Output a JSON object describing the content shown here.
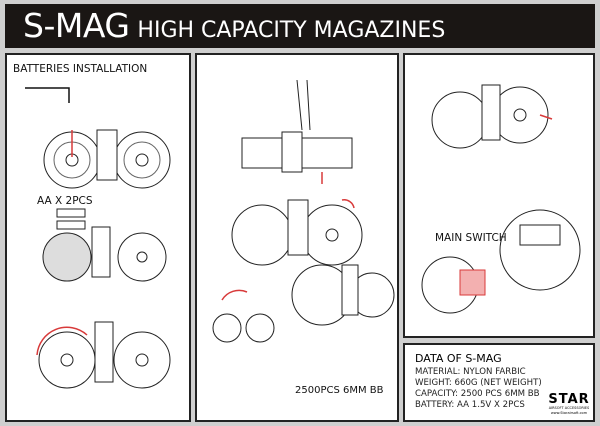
{
  "header": {
    "brand": "S-MAG",
    "subtitle": "HIGH CAPACITY MAGAZINES"
  },
  "left_panel": {
    "title": "BATTERIES INSTALLATION",
    "battery_label": "AA X 2PCS"
  },
  "middle_panel": {
    "capacity_label": "2500PCS 6MM BB"
  },
  "right_panel": {
    "switch_label": "MAIN SWITCH"
  },
  "specs": {
    "title": "DATA OF S-MAG",
    "lines": [
      "MATERIAL: NYLON  FARBIC",
      "WEIGHT: 660G (NET WEIGHT)",
      "CAPACITY: 2500 PCS 6MM BB",
      "BATTERY: AA 1.5V X 2PCS"
    ]
  },
  "logo": {
    "name": "STAR",
    "tagline": "AIRSOFT ACCESSORIES",
    "site": "www.Starairsoft.com"
  },
  "colors": {
    "accent_red": "#d83a3a",
    "header_bg": "#1a1614"
  }
}
